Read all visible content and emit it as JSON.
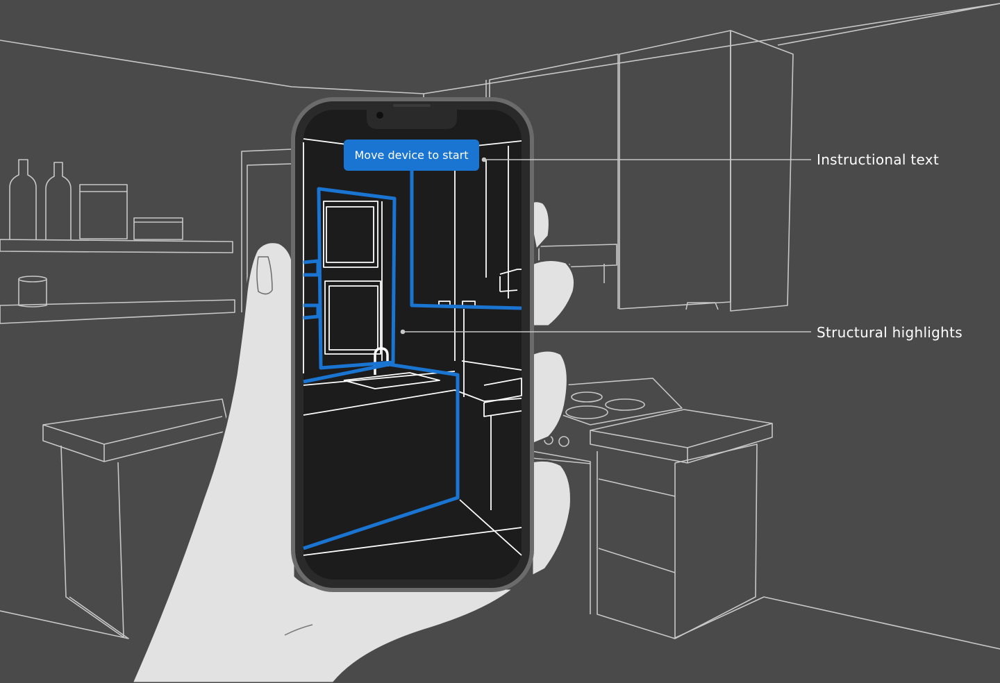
{
  "screen_banner": {
    "text": "Move device to start"
  },
  "callouts": [
    {
      "label": "Instructional text"
    },
    {
      "label": "Structural highlights"
    }
  ],
  "colors": {
    "background": "#4a4a4a",
    "room_line": "#c8c8c8",
    "hand": "#e2e2e2",
    "phone_frame": "#5a5a5a",
    "screen": "#1c1c1c",
    "highlight": "#1a74d2"
  }
}
